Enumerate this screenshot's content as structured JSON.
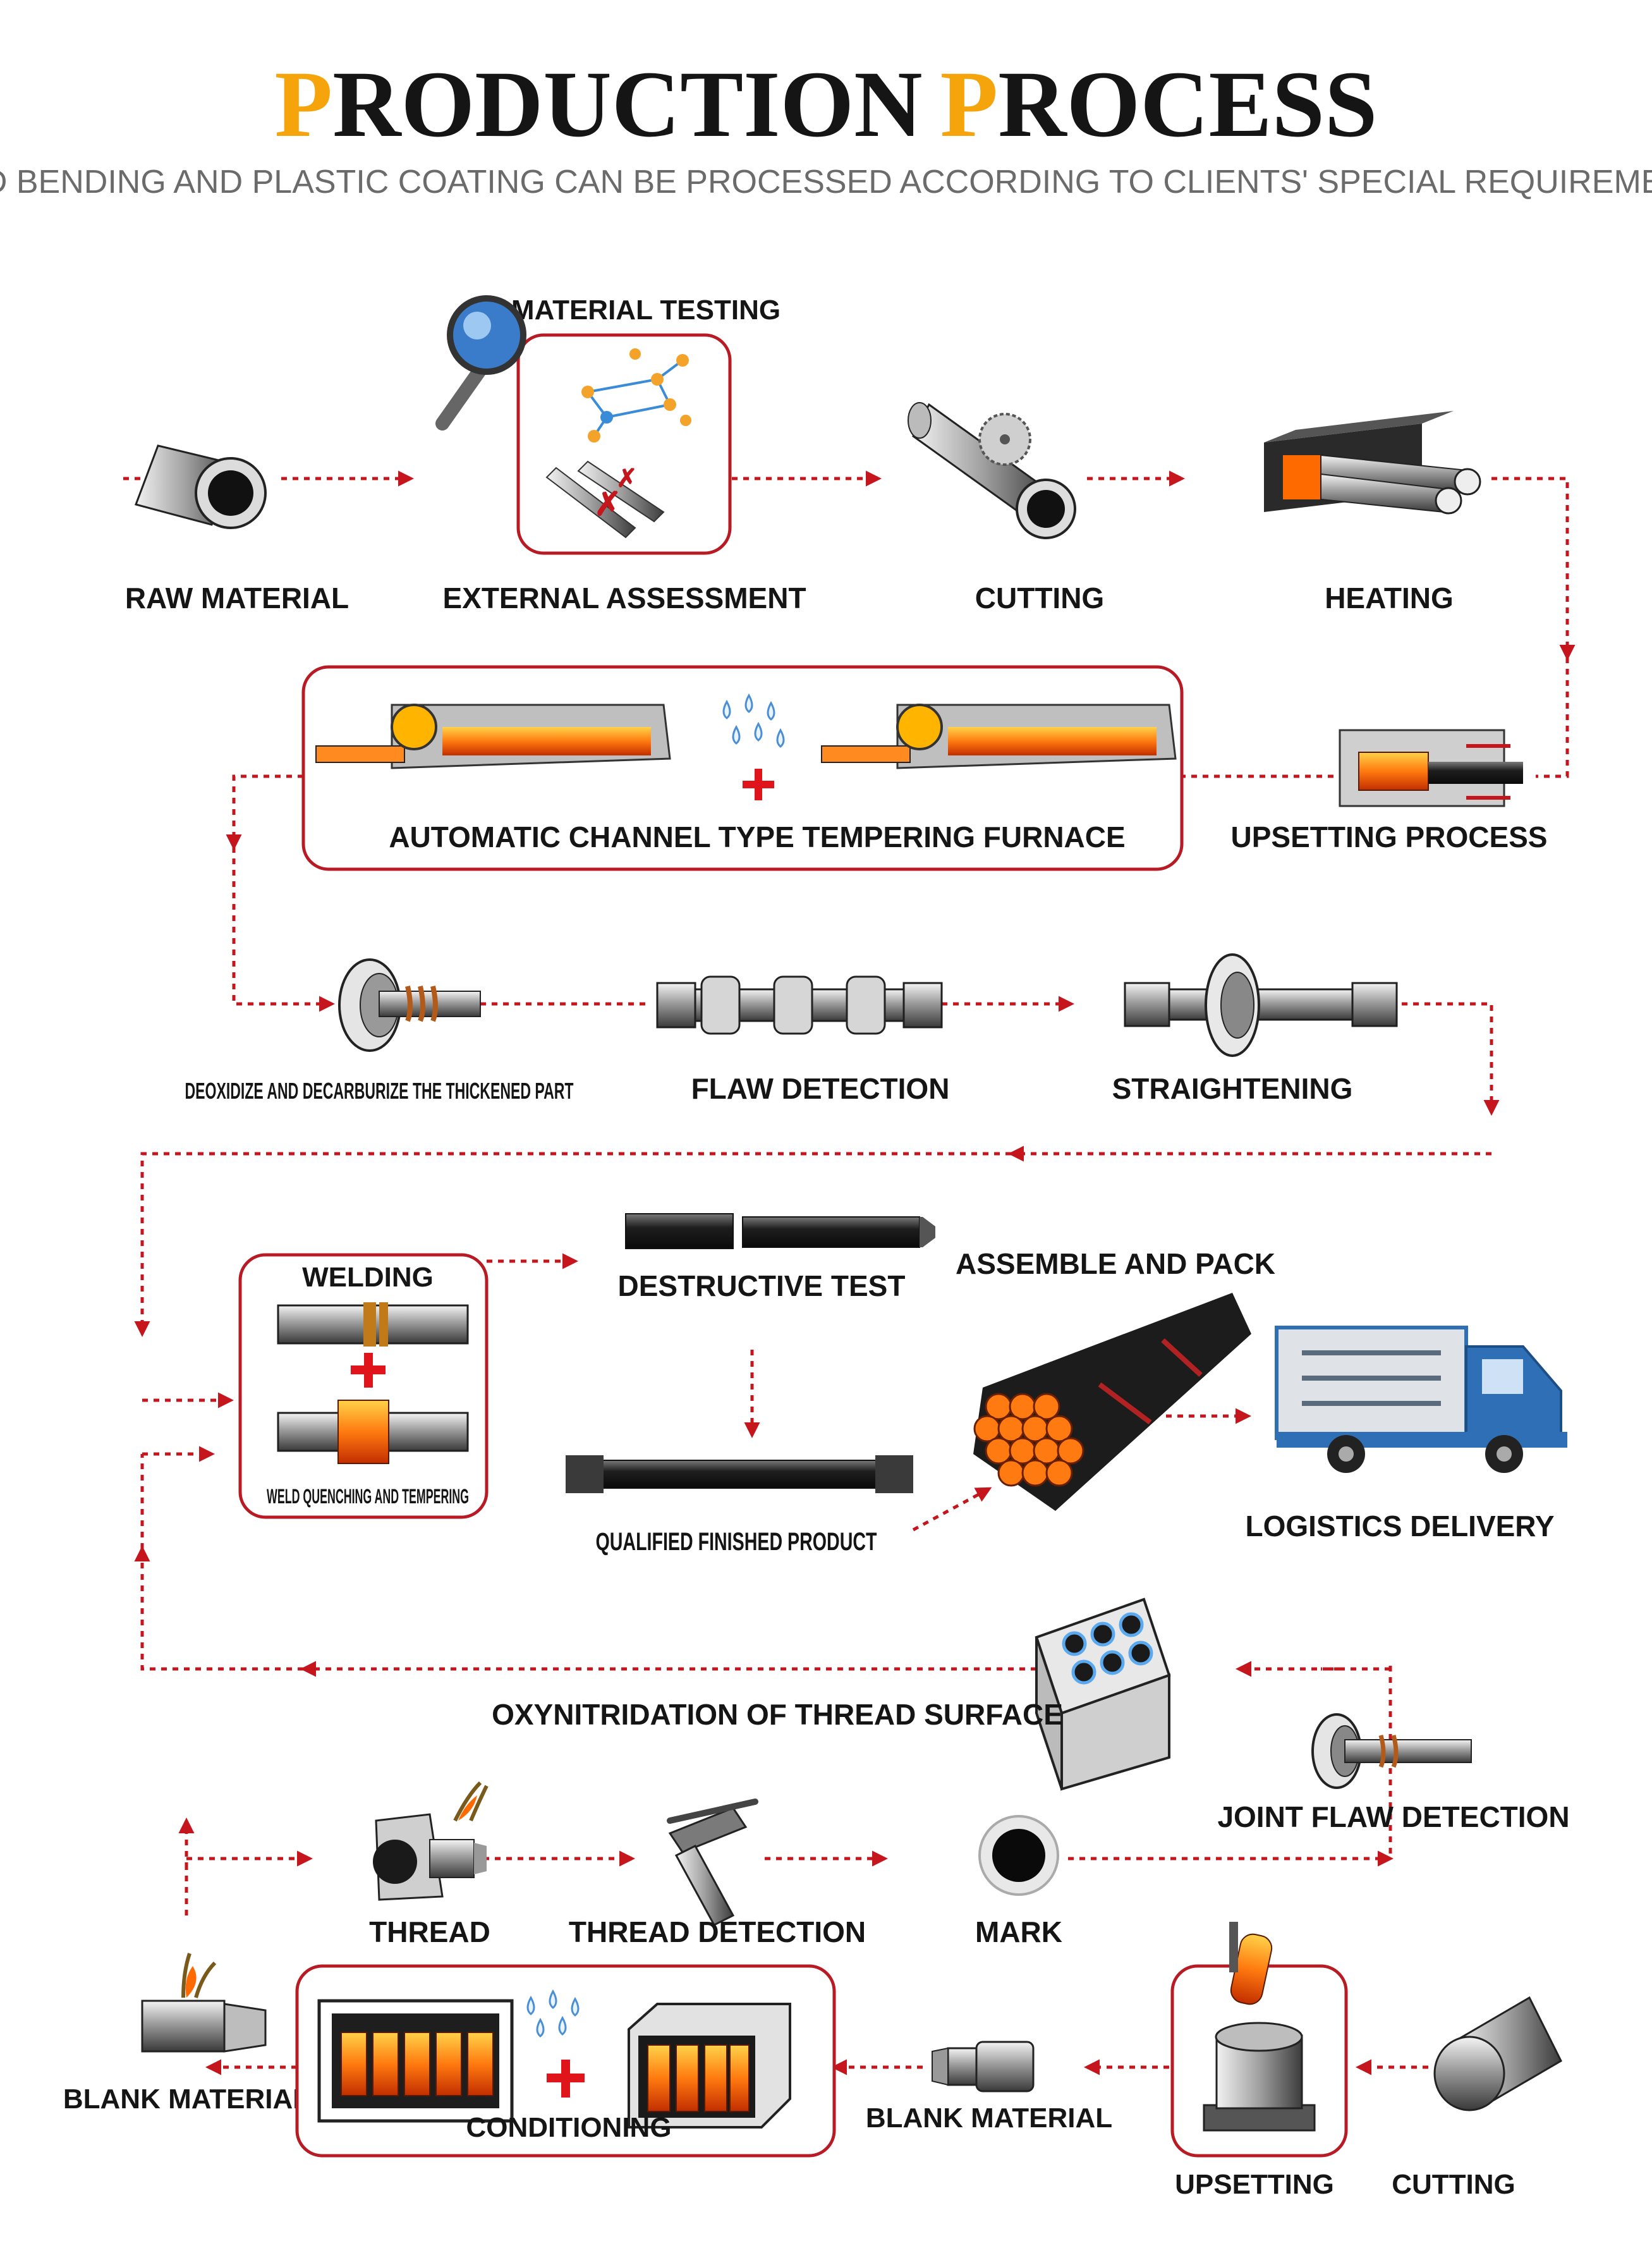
{
  "title": {
    "first_initial": "P",
    "first_rest": "RODUCTION",
    "second_initial": "P",
    "second_rest": "ROCESS"
  },
  "subtitle": "HARD BENDING AND PLASTIC COATING CAN BE PROCESSED ACCORDING TO CLIENTS' SPECIAL REQUIREMENTS.",
  "colors": {
    "accent": "#f5a50b",
    "flow_red": "#c4161c",
    "text": "#151515",
    "subtitle": "#6b6b6b",
    "truck_blue": "#2f6fb5"
  },
  "steps": {
    "raw_material": "RAW MATERIAL",
    "material_testing": "MATERIAL TESTING",
    "external_assessment": "EXTERNAL ASSESSMENT",
    "cutting_top": "CUTTING",
    "heating": "HEATING",
    "upsetting_process": "UPSETTING PROCESS",
    "tempering_furnace": "AUTOMATIC CHANNEL TYPE TEMPERING FURNACE",
    "deoxidize": "DEOXIDIZE AND DECARBURIZE THE THICKENED PART",
    "flaw_detection": "FLAW DETECTION",
    "straightening": "STRAIGHTENING",
    "welding": "WELDING",
    "weld_quenching": "WELD QUENCHING AND TEMPERING",
    "destructive_test": "DESTRUCTIVE TEST",
    "qualified_product": "QUALIFIED FINISHED PRODUCT",
    "assemble_pack": "ASSEMBLE AND PACK",
    "logistics": "LOGISTICS DELIVERY",
    "oxynitridation": "OXYNITRIDATION OF THREAD SURFACE",
    "joint_flaw": "JOINT FLAW DETECTION",
    "thread": "THREAD",
    "thread_detection": "THREAD DETECTION",
    "mark": "MARK",
    "blank_material_left": "BLANK MATERIAL",
    "conditioning": "CONDITIONING",
    "blank_material_mid": "BLANK MATERIAL",
    "upsetting": "UPSETTING",
    "cutting_bottom": "CUTTING"
  },
  "icons": [
    "pipe-icon",
    "magnifier-icon",
    "molecule-icon",
    "cut-bar-icon",
    "saw-pipe-icon",
    "heating-furnace-icon",
    "upsetting-press-icon",
    "tempering-furnace-icon",
    "water-drops-icon",
    "plus-icon",
    "induction-coil-icon",
    "flaw-detector-icon",
    "straightener-icon",
    "weld-joint-icon",
    "drill-pipe-icon",
    "pipe-bundle-icon",
    "truck-icon",
    "nitriding-tank-icon",
    "thread-cutter-icon",
    "thread-gauge-icon",
    "mark-icon",
    "blank-icon",
    "forge-press-icon",
    "round-bar-icon"
  ]
}
